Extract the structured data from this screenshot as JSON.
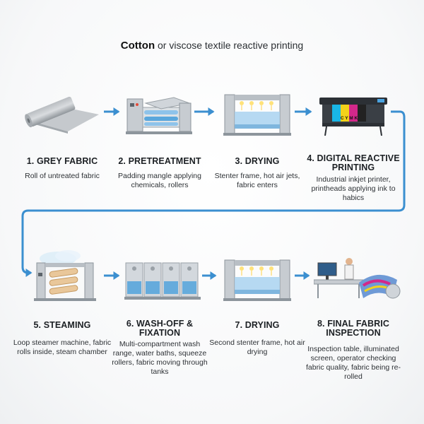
{
  "title": {
    "bold": "Cotton",
    "rest": " or viscose textile reactive printing"
  },
  "steps": [
    {
      "heading": "1. GREY FABRIC",
      "desc": "Roll of untreated fabric"
    },
    {
      "heading": "2. PRETREATMENT",
      "desc": "Padding mangle applying chemicals, rollers"
    },
    {
      "heading": "3. DRYING",
      "desc": "Stenter frame, hot air jets, fabric enters"
    },
    {
      "heading": "4. DIGITAL REACTIVE PRINTING",
      "desc": "Industrial inkjet printer, printheads applying ink to habics"
    },
    {
      "heading": "5. STEAMING",
      "desc": "Loop steamer machine, fabric rolls inside, steam chamber"
    },
    {
      "heading": "6. WASH-OFF & FIXATION",
      "desc": "Multi-compartment wash range, water baths, squeeze rollers, fabric moving through tanks"
    },
    {
      "heading": "7. DRYING",
      "desc": "Second stenter frame, hot air drying"
    },
    {
      "heading": "8. FINAL FABRIC INSPECTION",
      "desc": "Inspection table, illuminated screen, operator checking fabric quality, fabric being re-rolled"
    }
  ],
  "printer_label": "C Y M K",
  "colors": {
    "arrow": "#3b8fd0",
    "machine": "#c9ced3",
    "machine_dark": "#8d959c",
    "fabric_blue": "#8ec3ea",
    "cyan": "#19b6e6",
    "yellow": "#f3d21a",
    "magenta": "#d3288a",
    "black": "#222222"
  }
}
